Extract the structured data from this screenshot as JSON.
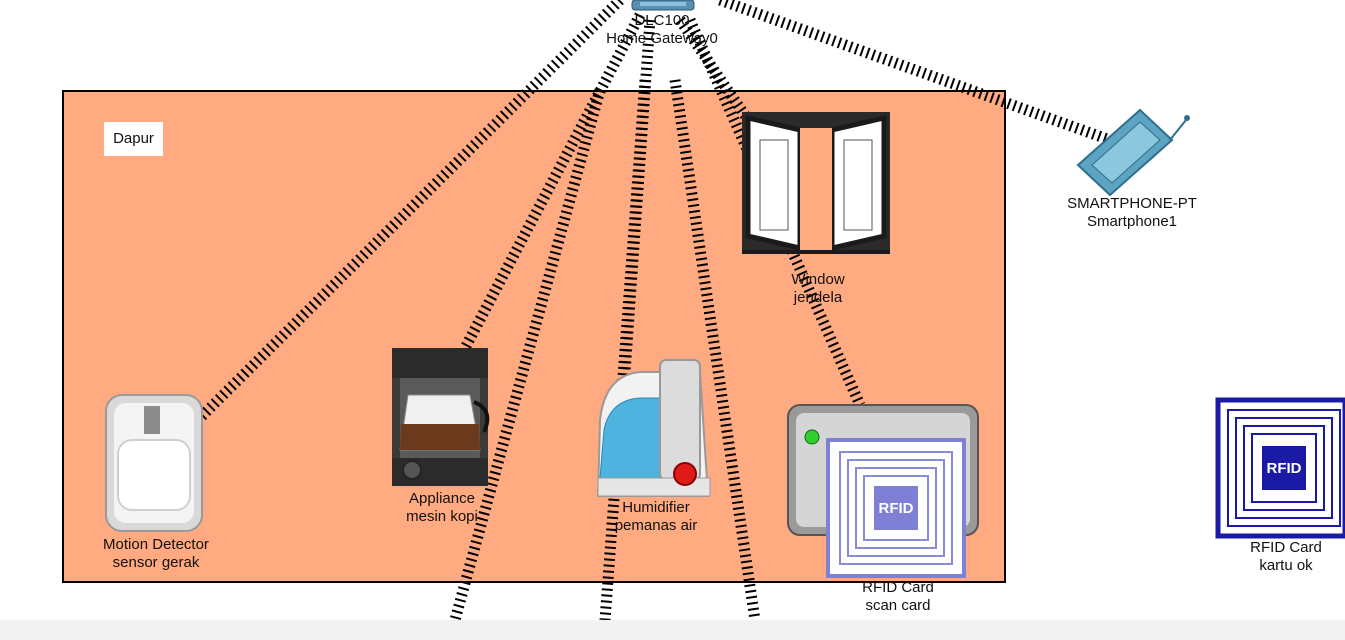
{
  "room": {
    "label": "Dapur",
    "fill": "#ffaa80"
  },
  "gateway": {
    "model": "DLC100",
    "name": "Home Gateway0"
  },
  "devices": {
    "window": {
      "model": "Window",
      "name": "jendela"
    },
    "smartphone": {
      "model": "SMARTPHONE-PT",
      "name": "Smartphone1"
    },
    "motion": {
      "model": "Motion Detector",
      "name": "sensor gerak"
    },
    "appliance": {
      "model": "Appliance",
      "name": "mesin kopi"
    },
    "humidifier": {
      "model": "Humidifier",
      "name": "pemanas air"
    },
    "rfid_reader": {
      "model": "RFID Card",
      "name": "scan card",
      "tag_text": "RFID"
    },
    "rfid_card": {
      "model": "RFID Card",
      "name": "kartu ok",
      "tag_text": "RFID"
    }
  },
  "colors": {
    "wireless_link": "#000000",
    "rfid_blue": "#1a1aa6",
    "humidifier_water": "#4fb3e0"
  },
  "icons": [
    "gateway-icon",
    "window-icon",
    "smartphone-icon",
    "motion-detector-icon",
    "coffee-maker-icon",
    "humidifier-icon",
    "rfid-reader-icon",
    "rfid-card-icon"
  ]
}
